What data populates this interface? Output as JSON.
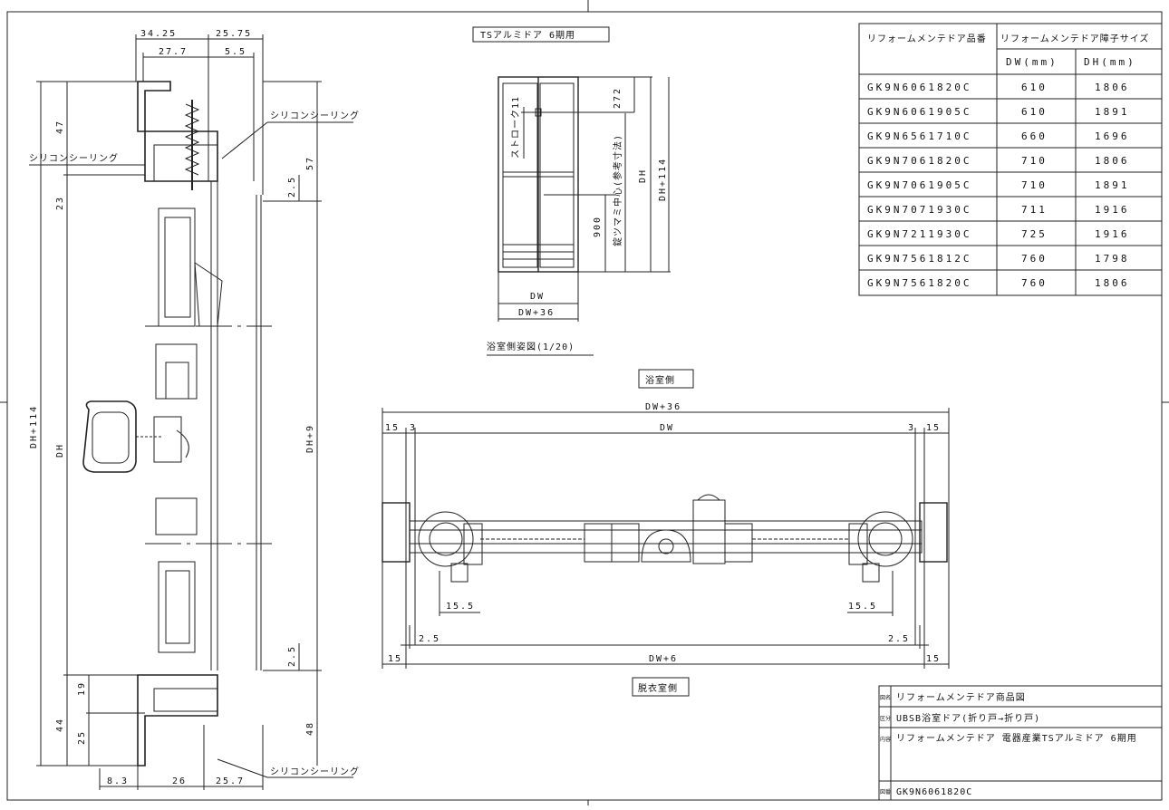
{
  "title_box": {
    "label": "TSアルミドア 6期用"
  },
  "left_section": {
    "top_dims": [
      "34.25",
      "25.75",
      "27.7",
      "5.5"
    ],
    "bottom_dims": [
      "8.3",
      "26",
      "25.7"
    ],
    "left_dims": [
      "47",
      "23",
      "19",
      "44",
      "25"
    ],
    "right_dims": [
      "57",
      "2.5",
      "2.5",
      "48"
    ],
    "vertical_labels": [
      "DH+114",
      "DH",
      "DH+9"
    ],
    "callouts": [
      "シリコンシーリング",
      "シリコンシーリング",
      "シリコンシーリング"
    ]
  },
  "front_view": {
    "dims_right": [
      "272",
      "DH",
      "DH+114"
    ],
    "dims_left": [
      "900"
    ],
    "stroke_label": "ストローク11",
    "handle_label": "錠ツマミ中心(参考寸法)",
    "width_dims": [
      "DW",
      "DW+36"
    ],
    "caption": "浴室側姿図(1/20)"
  },
  "plan_view": {
    "bath_side_label": "浴室側",
    "dressing_side_label": "脱衣室側",
    "dims_top": [
      "DW+36",
      "15",
      "3",
      "DW",
      "3",
      "15"
    ],
    "dims_inner": [
      "15.5",
      "15.5",
      "2.5",
      "2.5"
    ],
    "dims_bottom": [
      "15",
      "DW+6",
      "15"
    ]
  },
  "size_table": {
    "header_model": "リフォームメンテドア品番",
    "header_size": "リフォームメンテドア障子サイズ",
    "col_dw": "DW(mm)",
    "col_dh": "DH(mm)",
    "rows": [
      {
        "model": "GK9N6061820C",
        "dw": "610",
        "dh": "1806"
      },
      {
        "model": "GK9N6061905C",
        "dw": "610",
        "dh": "1891"
      },
      {
        "model": "GK9N6561710C",
        "dw": "660",
        "dh": "1696"
      },
      {
        "model": "GK9N7061820C",
        "dw": "710",
        "dh": "1806"
      },
      {
        "model": "GK9N7061905C",
        "dw": "710",
        "dh": "1891"
      },
      {
        "model": "GK9N7071930C",
        "dw": "711",
        "dh": "1916"
      },
      {
        "model": "GK9N7211930C",
        "dw": "725",
        "dh": "1916"
      },
      {
        "model": "GK9N7561812C",
        "dw": "760",
        "dh": "1798"
      },
      {
        "model": "GK9N7561820C",
        "dw": "760",
        "dh": "1806"
      }
    ]
  },
  "title_block": {
    "drawing_name": "リフォームメンテドア商品図",
    "category": "UBSB浴室ドア(折り戸→折り戸)",
    "content": "リフォームメンテドア 電器産業TSアルミドア 6期用",
    "number": "GK9N6061820C",
    "label_name": "図名",
    "label_cat": "区分",
    "label_content": "内容",
    "label_number": "図番"
  }
}
